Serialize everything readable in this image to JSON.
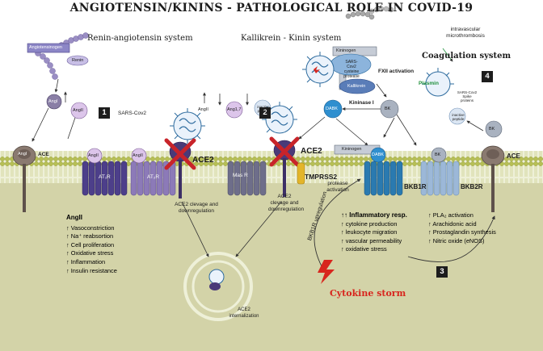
{
  "title": "ANGIOTENSIN/KININS - PATHOLOGICAL ROLE IN COVID-19",
  "sections": {
    "ras": "Renin-angiotensin system",
    "kks": "Kallikrein - Kinin system",
    "coag": "Coagulation system"
  },
  "molecules": {
    "angiotensinogen": "Angiotensinogen",
    "renin": "Renin",
    "angI": "AngI",
    "angII": "AngII",
    "ang17": "Ang1,7",
    "inactive_peptide": "inactive peptide",
    "kininogen": "Kininogen",
    "kallikrein": "Kallikrein",
    "plasmin": "Plasmin",
    "bk": "BK",
    "dabk": "DABK",
    "kininase": "Kininase I",
    "sars_label": "SARS-Cov2",
    "sars_protease": "SARS-Cov2 cysteine protease",
    "spike_protein": "SARS-Cov2 Spike proteins"
  },
  "receptors": {
    "ace": "ACE",
    "at1r": "AT₁R",
    "at2r": "AT₂R",
    "ace2": "ACE2",
    "masr": "Mas R",
    "tmprss2": "TMPRSS2",
    "bkb1r": "BKB1R",
    "bkb2r": "BKB2R"
  },
  "annotations": {
    "ace2_cleavage_1": "ACE2 clevage and downregulation",
    "ace2_cleavage_2": "ACE2 clevage and downregulation",
    "protease_activation": "protease activation",
    "intravascular": "intravascular microthrombosis",
    "fxii": "FXII activation",
    "ace2_internalization": "ACE2 internalization",
    "bkb1r_upregulation": "BKB1R upregulation",
    "cytokine_storm": "Cytokine storm"
  },
  "markers": [
    "1",
    "2",
    "3",
    "4"
  ],
  "angII_effects": {
    "heading": "AngII",
    "items": [
      "Vasoconstriction",
      "Na⁺ reabsortion",
      "Cell proliferation",
      "Oxidative stress",
      "Inflammation",
      "Insulin resistance"
    ]
  },
  "inflammatory": {
    "heading": "Inflammatory resp.",
    "items": [
      "cytokine production",
      "leukocyte migration",
      "vascular permeability",
      "oxidative stress"
    ]
  },
  "bkb2r_effects": {
    "items": [
      "PLA₂ activation",
      "Arachidonic acid",
      "Prostaglandin synthesis",
      "Nitric oxide (eNOS)"
    ]
  },
  "colors": {
    "membrane_head": "#b4bd52",
    "lower_bg": "#d3d3a8",
    "virus": "#2d6b9e",
    "ace2": "#4a3a78",
    "red_x": "#c8242a",
    "storm": "#d8261e"
  }
}
